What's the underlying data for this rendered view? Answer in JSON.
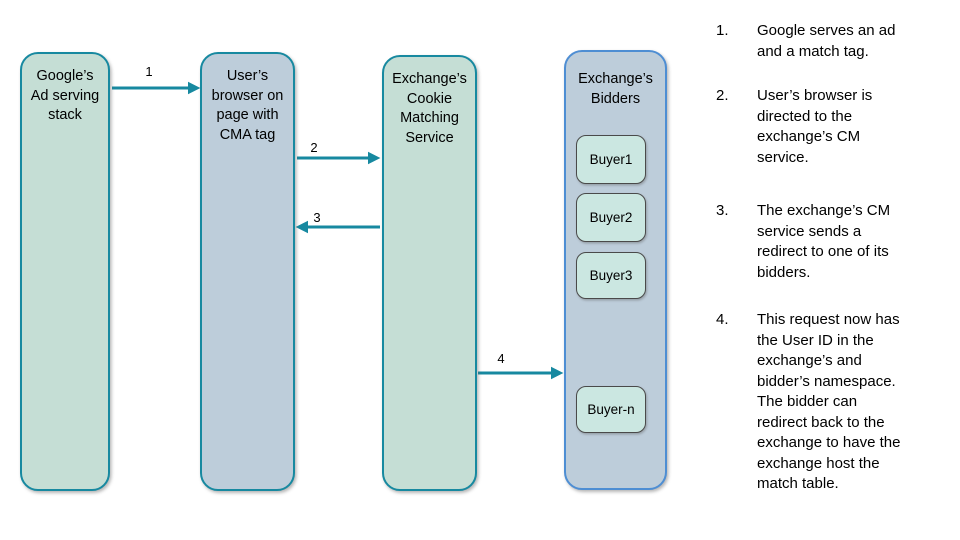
{
  "diagram": {
    "nodes": [
      {
        "id": "google-ad-serving-stack",
        "label": "Google’s\nAd serving\nstack"
      },
      {
        "id": "user-browser",
        "label": "User’s\nbrowser on\npage with\nCMA tag"
      },
      {
        "id": "exchange-cm-service",
        "label": "Exchange’s\nCookie\nMatching\nService"
      },
      {
        "id": "exchange-bidders",
        "label": "Exchange’s\nBidders"
      }
    ],
    "buyers": [
      {
        "label": "Buyer1"
      },
      {
        "label": "Buyer2"
      },
      {
        "label": "Buyer3"
      },
      {
        "label": "Buyer-n"
      }
    ],
    "arrows": [
      {
        "label": "1",
        "from": "google-ad-serving-stack",
        "to": "user-browser",
        "direction": "right"
      },
      {
        "label": "2",
        "from": "user-browser",
        "to": "exchange-cm-service",
        "direction": "right"
      },
      {
        "label": "3",
        "from": "exchange-cm-service",
        "to": "user-browser",
        "direction": "left"
      },
      {
        "label": "4",
        "from": "exchange-cm-service",
        "to": "exchange-bidders",
        "direction": "right"
      }
    ],
    "colors": {
      "teal": "#1789a0",
      "node_green": "#c5ded5",
      "node_blue": "#bdcdda",
      "bidders_border": "#4e8ed3",
      "buyer_fill": "#cbe7e1",
      "buyer_border": "#4a4a4a",
      "text": "#000000",
      "background": "#ffffff"
    }
  },
  "steps": {
    "items": [
      {
        "number": "1.",
        "text": "Google serves an ad\nand a match tag."
      },
      {
        "number": "2.",
        "text": "User’s browser is\ndirected to the\nexchange’s CM\nservice."
      },
      {
        "number": "3.",
        "text": "The exchange’s CM\nservice sends a\nredirect to one of its\nbidders."
      },
      {
        "number": "4.",
        "text": "This request now has\nthe User ID in the\nexchange’s and\nbidder’s namespace.\nThe bidder can\nredirect back to the\nexchange to have the\nexchange host the\nmatch table."
      }
    ]
  }
}
